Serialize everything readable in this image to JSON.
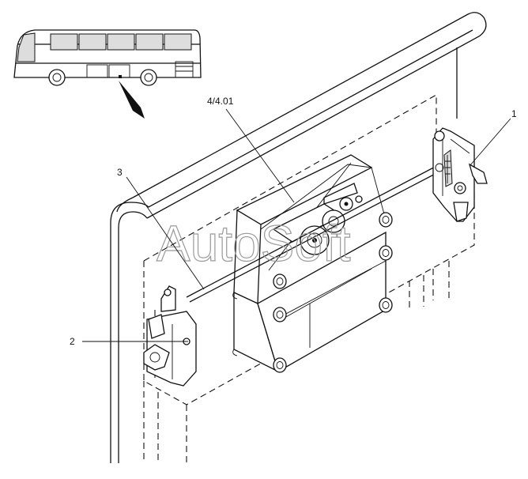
{
  "watermark": "AutoSoft",
  "callouts": {
    "c1": "1",
    "c2": "2",
    "c3": "3",
    "c4": "4/4.01"
  },
  "colors": {
    "line": "#111111",
    "background": "#ffffff",
    "watermark": "#9a9a9a"
  }
}
